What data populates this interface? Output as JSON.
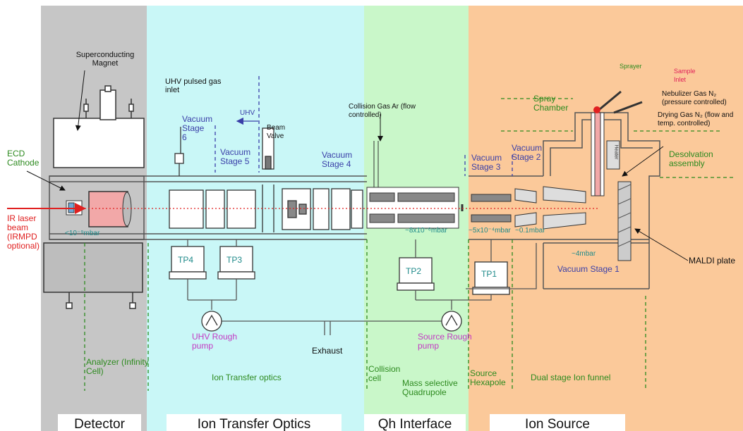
{
  "colors": {
    "detector": "#c6c6c6",
    "transfer": "#c9f7f7",
    "qh": "#c9f7c9",
    "source": "#fbc99a",
    "tube": "#555555",
    "beam": "#e02020"
  },
  "sections": [
    "Detector",
    "Ion Transfer Optics",
    "Qh Interface",
    "Ion Source"
  ],
  "labels": {
    "magnet": "Superconducting Magnet",
    "ecd": "ECD Cathode",
    "ir_laser": "IR laser beam (IRMPD optional)",
    "uhv_pulsed": "UHV pulsed gas inlet",
    "stage6": "Vacuum Stage 6",
    "stage5": "Vacuum Stage 5",
    "uhv": "UHV",
    "beam_valve": "Beam Valve",
    "stage4": "Vacuum Stage 4",
    "collision_gas": "Collision Gas Ar (flow controlled)",
    "stage3": "Vacuum Stage 3",
    "stage2": "Vacuum Stage 2",
    "spray_chamber": "Spray Chamber",
    "sprayer": "Sprayer",
    "sample_inlet": "Sample Inlet",
    "nebulizer": "Nebulizer Gas N₂ (pressure controlled)",
    "drying": "Drying Gas N₂ (flow and temp. controlled)",
    "desolvation": "Desolvation assembly",
    "heater": "Heater",
    "p_detector": "<10⁻⁹mbar",
    "p_quad": "~8x10⁻⁶mbar",
    "p_hex": "~5x10⁻⁴mbar",
    "p_funnel": "~0.1mbar",
    "p_source": "~4mbar",
    "tp4": "TP4",
    "tp3": "TP3",
    "tp2": "TP2",
    "tp1": "TP1",
    "stage1": "Vacuum Stage 1",
    "maldi": "MALDI plate",
    "uhv_rough": "UHV Rough pump",
    "exhaust": "Exhaust",
    "source_rough": "Source Rough pump",
    "analyzer": "Analyzer (Infinity Cell)",
    "ion_transfer": "Ion Transfer optics",
    "collision_cell": "Collision cell",
    "mass_quad": "Mass selective Quadrupole",
    "source_hex": "Source Hexapole",
    "funnel": "Dual stage Ion funnel"
  }
}
